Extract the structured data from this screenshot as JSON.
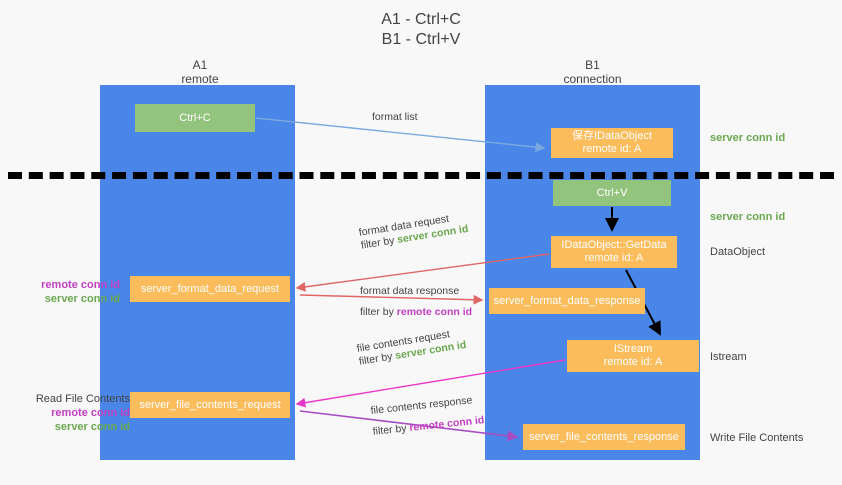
{
  "title": {
    "line1": "A1 - Ctrl+C",
    "line2": "B1 - Ctrl+V"
  },
  "columns": [
    {
      "name": "A1",
      "sub": "remote"
    },
    {
      "name": "B1",
      "sub": "connection"
    }
  ],
  "nodes": {
    "ctrl_c": {
      "label": "Ctrl+C",
      "color": "#93c47d"
    },
    "save_dataobject": {
      "line1": "保存IDataObject",
      "line2": "remote id: A",
      "color": "#fbbc5c"
    },
    "ctrl_v": {
      "label": "Ctrl+V",
      "color": "#93c47d"
    },
    "getdata": {
      "line1": "IDataObject::GetData",
      "line2": "remote id: A",
      "color": "#fbbc5c"
    },
    "format_data_request": {
      "label": "server_format_data_request",
      "color": "#fbbc5c"
    },
    "format_data_response": {
      "label": "server_format_data_response",
      "color": "#fbbc5c"
    },
    "istream": {
      "line1": "IStream",
      "line2": "remote id: A",
      "color": "#fbbc5c"
    },
    "file_contents_request": {
      "label": "server_file_contents_request",
      "color": "#fbbc5c"
    },
    "file_contents_response": {
      "label": "server_file_contents_response",
      "color": "#fbbc5c"
    }
  },
  "edges": {
    "format_list": {
      "label": "format list"
    },
    "format_data_request": {
      "line1": "format data request",
      "filter_prefix": "filter by ",
      "filter_key": "server conn id"
    },
    "format_data_response": {
      "line1": "format data response",
      "filter_prefix": "filter by ",
      "filter_key": "remote conn id"
    },
    "file_contents_request": {
      "line1": "file contents request",
      "filter_prefix": "filter by ",
      "filter_key": "server conn id"
    },
    "file_contents_response": {
      "line1": "file contents response",
      "filter_prefix": "filter by ",
      "filter_key": "remote conn id"
    }
  },
  "annotations": {
    "server_conn_id_top": "server conn id",
    "server_conn_id_mid": "server conn id",
    "dataobject": "DataObject",
    "istream": "Istream",
    "write_file_contents": "Write File Contents",
    "read_file_contents": "Read File Contents",
    "remote_conn_id": "remote conn id",
    "server_conn_id": "server conn id"
  },
  "colors": {
    "lane": "#4a86e8",
    "green_node": "#93c47d",
    "orange_node": "#fbbc5c",
    "green_text": "#6aa84f",
    "purple_text": "#c23fc2",
    "blue_arrow": "#7aa9e0",
    "red_arrow": "#e06666",
    "magenta_arrow": "#e838c8",
    "purple_arrow": "#a64dc4",
    "black_arrow": "#000000",
    "background": "#f8f8f8"
  }
}
